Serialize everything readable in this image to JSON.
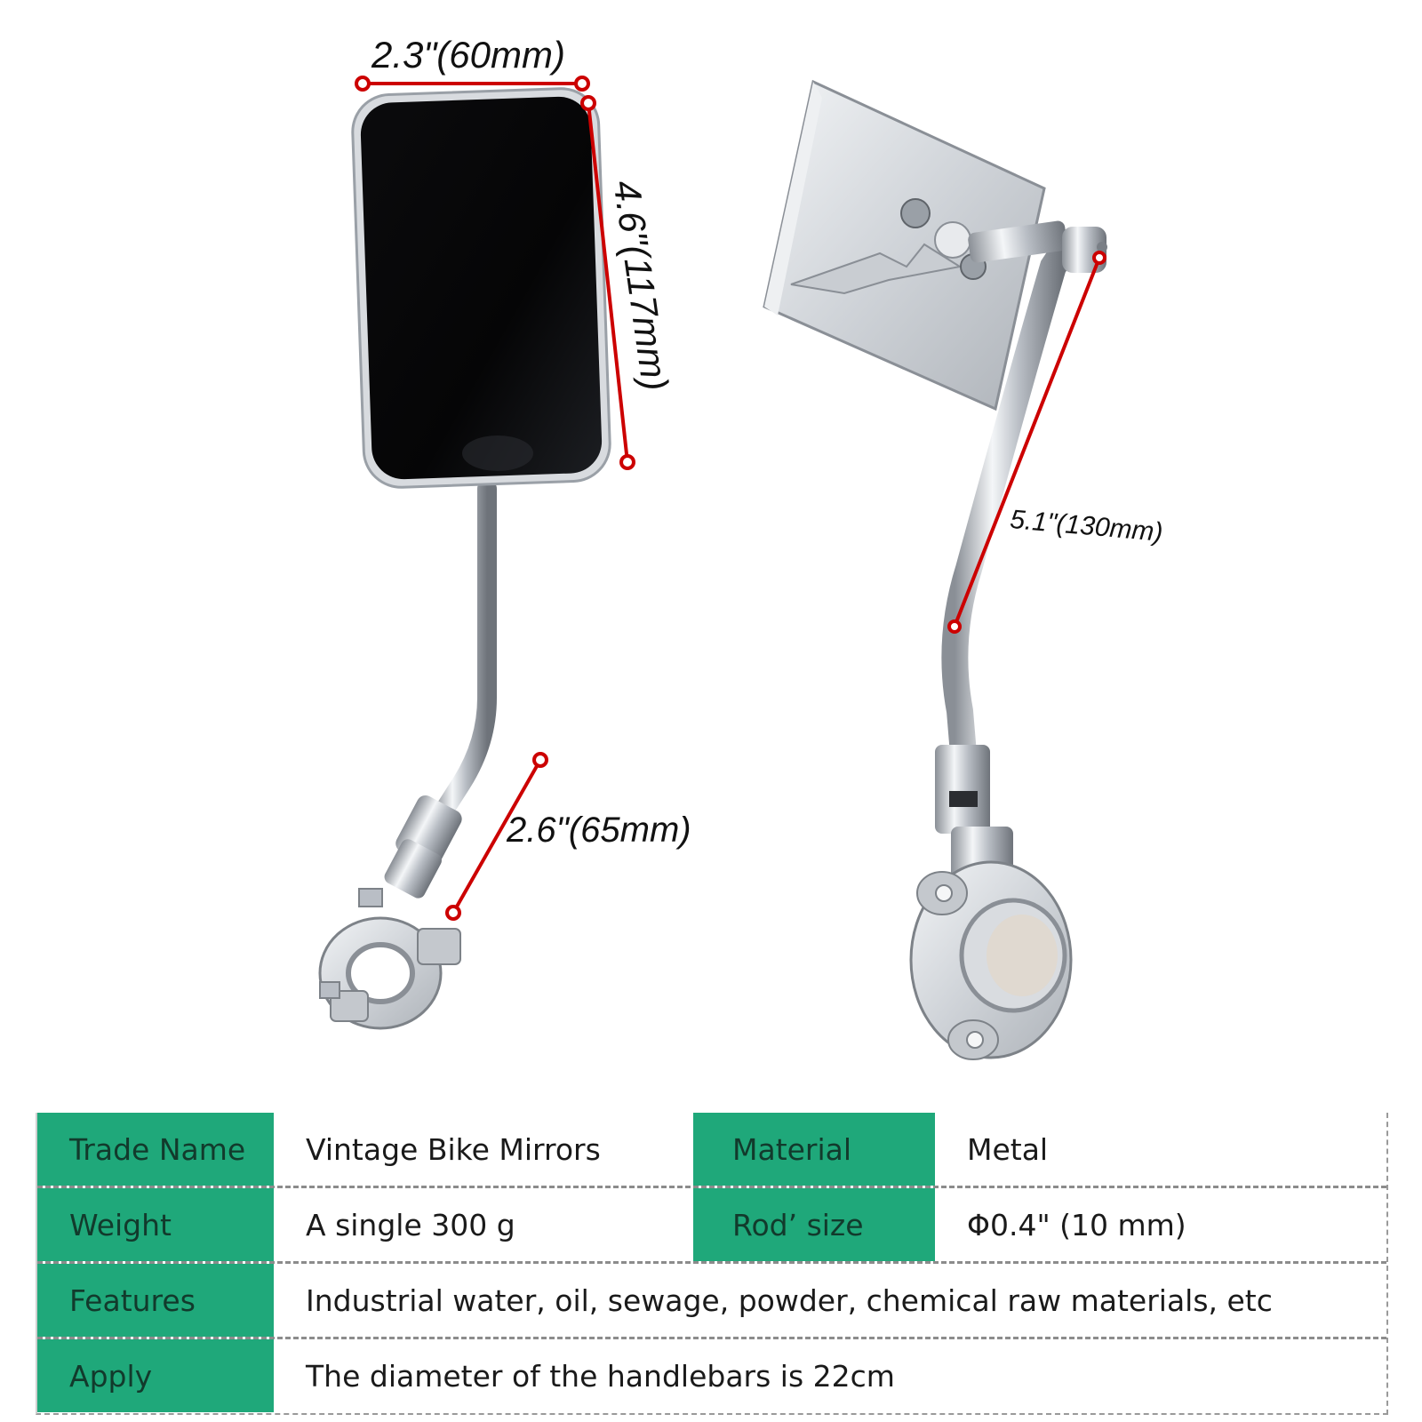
{
  "dimensions": {
    "mirror_width": "2.3\"(60mm)",
    "mirror_height": "4.6\"(117mm)",
    "lower_arm": "2.6\"(65mm)",
    "rod_length": "5.1\"(130mm)"
  },
  "colors": {
    "accent_green": "#1fa87a",
    "dimension_red": "#cc0000",
    "chrome": "#c8ccd2"
  },
  "specs": {
    "trade_name_label": "Trade Name",
    "trade_name_value": "Vintage Bike Mirrors",
    "material_label": "Material",
    "material_value": "Metal",
    "weight_label": "Weight",
    "weight_value": "A single 300 g",
    "rod_size_label": "Rod’ size",
    "rod_size_value": "Φ0.4\" (10 mm)",
    "features_label": "Features",
    "features_value": "Industrial water, oil, sewage, powder, chemical raw materials, etc",
    "apply_label": "Apply",
    "apply_value": "The diameter of the handlebars is 22cm"
  }
}
